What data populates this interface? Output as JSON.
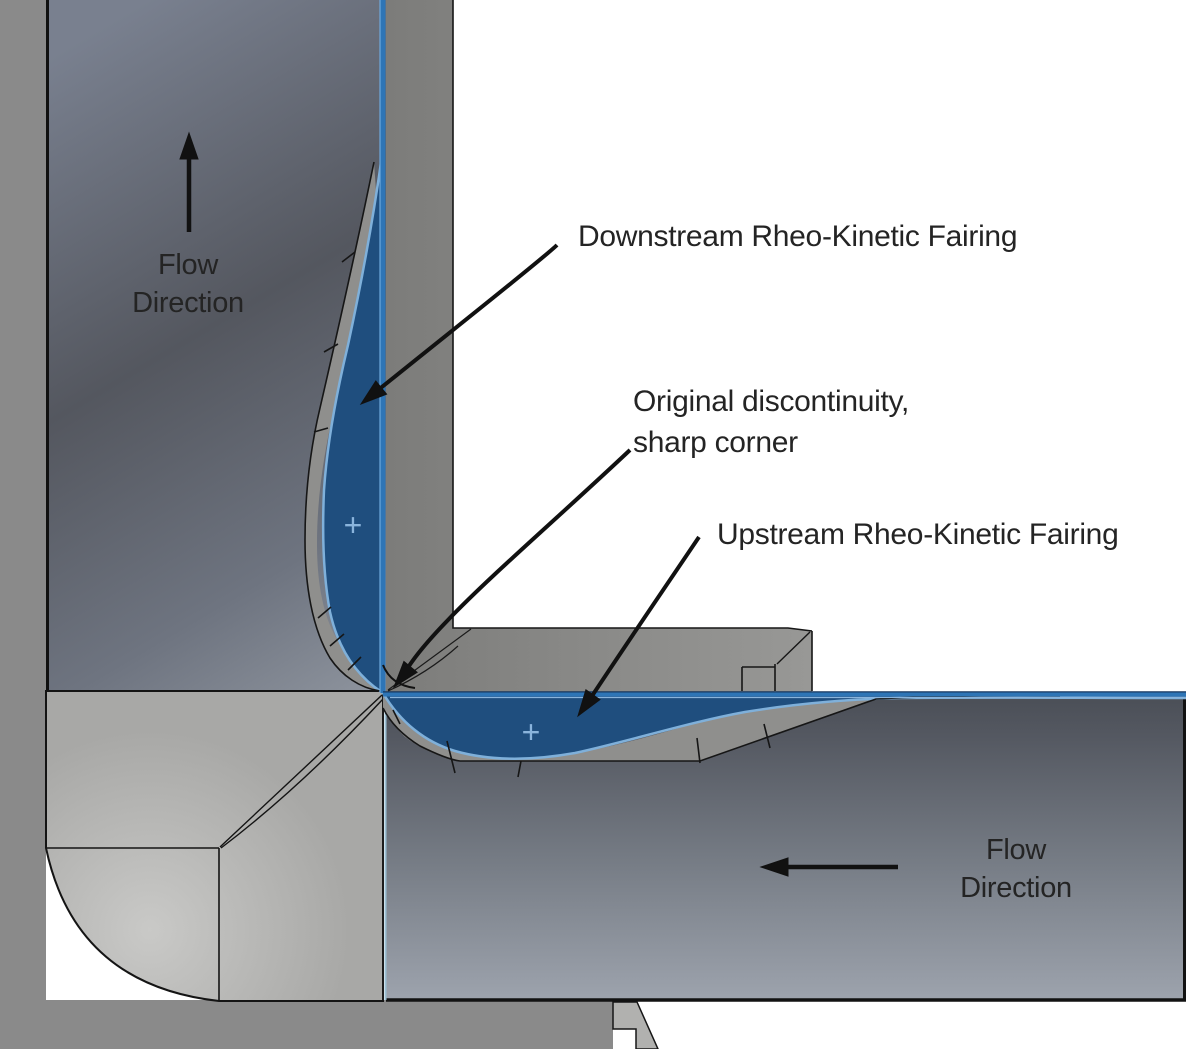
{
  "annotations": {
    "downstream_fairing": "Downstream Rheo-Kinetic Fairing",
    "discontinuity_line1": "Original discontinuity,",
    "discontinuity_line2": "sharp corner",
    "upstream_fairing": "Upstream Rheo-Kinetic Fairing",
    "flow_top_line1": "Flow",
    "flow_top_line2": "Direction",
    "flow_bottom_line1": "Flow",
    "flow_bottom_line2": "Direction"
  },
  "markers": {
    "downstream_fairing_center": "+",
    "upstream_fairing_center": "+"
  },
  "colors": {
    "fairing_fill": "#1f4e7e",
    "fairing_edge": "#7fb0da",
    "flow_surface_line": "#2e75b6",
    "flow_surface_line_dark": "#17375e",
    "flow_surface_underline": "#8ab4dc",
    "marker_blue": "#8ab4dc",
    "background_gray": "#8a8a8a",
    "background_white": "#ffffff",
    "wall_gray": "#898987",
    "corner_block_gray": "#aeaeac",
    "seat_gray": "#8f8f8d",
    "outline_black": "#161616",
    "annotation_text": "#242424"
  }
}
